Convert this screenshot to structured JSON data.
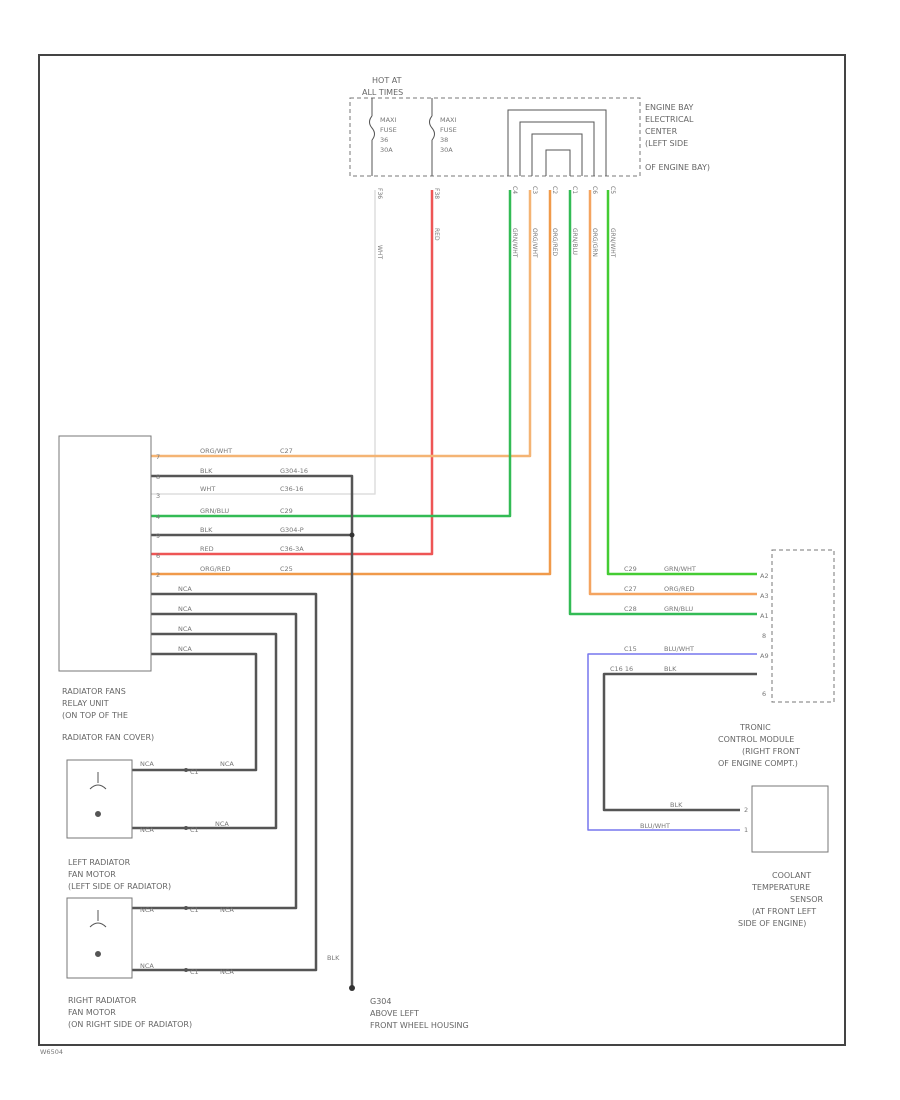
{
  "fuse_box": {
    "hot_at": "HOT AT",
    "all_times": "ALL TIMES",
    "fuses": [
      {
        "type": "MAXI",
        "fuse_word": "FUSE",
        "number": "36",
        "rating": "30A"
      },
      {
        "type": "MAXI",
        "fuse_word": "FUSE",
        "number": "38",
        "rating": "30A"
      }
    ],
    "pins": [
      "F36",
      "F38"
    ],
    "wire_colors": [
      "WHT",
      "RED"
    ]
  },
  "engine_bay_center": {
    "label_lines": [
      "ENGINE BAY",
      "ELECTRICAL",
      "CENTER",
      "(LEFT SIDE",
      "OF ENGINE BAY)"
    ],
    "pins": [
      "C4",
      "C3",
      "C2",
      "C1",
      "C6",
      "C5"
    ],
    "wire_colors": [
      "GRN/WHT",
      "ORG/WHT",
      "ORG/RED",
      "GRN/BLU",
      "ORG/GRN",
      "GRN/WHT"
    ]
  },
  "relay_unit": {
    "label_lines": [
      "RADIATOR FANS",
      "RELAY UNIT",
      "(ON TOP OF THE",
      "RADIATOR FAN COVER)"
    ],
    "pins": [
      "7",
      "8",
      "3",
      "4",
      "9",
      "6",
      "2"
    ],
    "wires": [
      {
        "color_code": "ORG/WHT",
        "conn": "C27"
      },
      {
        "color_code": "BLK",
        "conn": "G304-16"
      },
      {
        "color_code": "WHT",
        "conn": "C36-16"
      },
      {
        "color_code": "GRN/BLU",
        "conn": "C29"
      },
      {
        "color_code": "BLK",
        "conn": "G304-P"
      },
      {
        "color_code": "RED",
        "conn": "C36-3A"
      },
      {
        "color_code": "ORG/RED",
        "conn": "C25"
      }
    ],
    "motor_wire_label": "NCA"
  },
  "left_fan": {
    "label_lines": [
      "LEFT RADIATOR",
      "FAN MOTOR",
      "(LEFT SIDE OF RADIATOR)"
    ],
    "wire_label": "NCA",
    "conn": "C1"
  },
  "right_fan": {
    "label_lines": [
      "RIGHT RADIATOR",
      "FAN MOTOR",
      "(ON RIGHT SIDE OF RADIATOR)"
    ],
    "wire_label": "NCA",
    "conn": "C1"
  },
  "ground": {
    "wire_label": "BLK",
    "label_lines": [
      "G304",
      "ABOVE LEFT",
      "FRONT WHEEL HOUSING"
    ]
  },
  "tcm": {
    "label_lines": [
      "TRONIC",
      "CONTROL MODULE",
      "(RIGHT FRONT",
      "OF ENGINE COMPT.)"
    ],
    "pins": [
      "A2",
      "A3",
      "A1",
      "8",
      "A9",
      "6"
    ],
    "wires": [
      {
        "conn": "C29",
        "color_code": "GRN/WHT"
      },
      {
        "conn": "C27",
        "color_code": "ORG/RED"
      },
      {
        "conn": "C28",
        "color_code": "GRN/BLU"
      },
      {
        "conn": "C15",
        "color_code": "BLU/WHT"
      },
      {
        "conn": "C16 16",
        "color_code": "BLK"
      }
    ]
  },
  "coolant_sensor": {
    "label_lines": [
      "COOLANT",
      "TEMPERATURE",
      "SENSOR",
      "(AT FRONT LEFT",
      "SIDE OF ENGINE)"
    ],
    "wires": [
      {
        "color_code": "BLK",
        "pin": "2"
      },
      {
        "color_code": "BLU/WHT",
        "pin": "1"
      }
    ]
  },
  "footer_code": "W6504"
}
